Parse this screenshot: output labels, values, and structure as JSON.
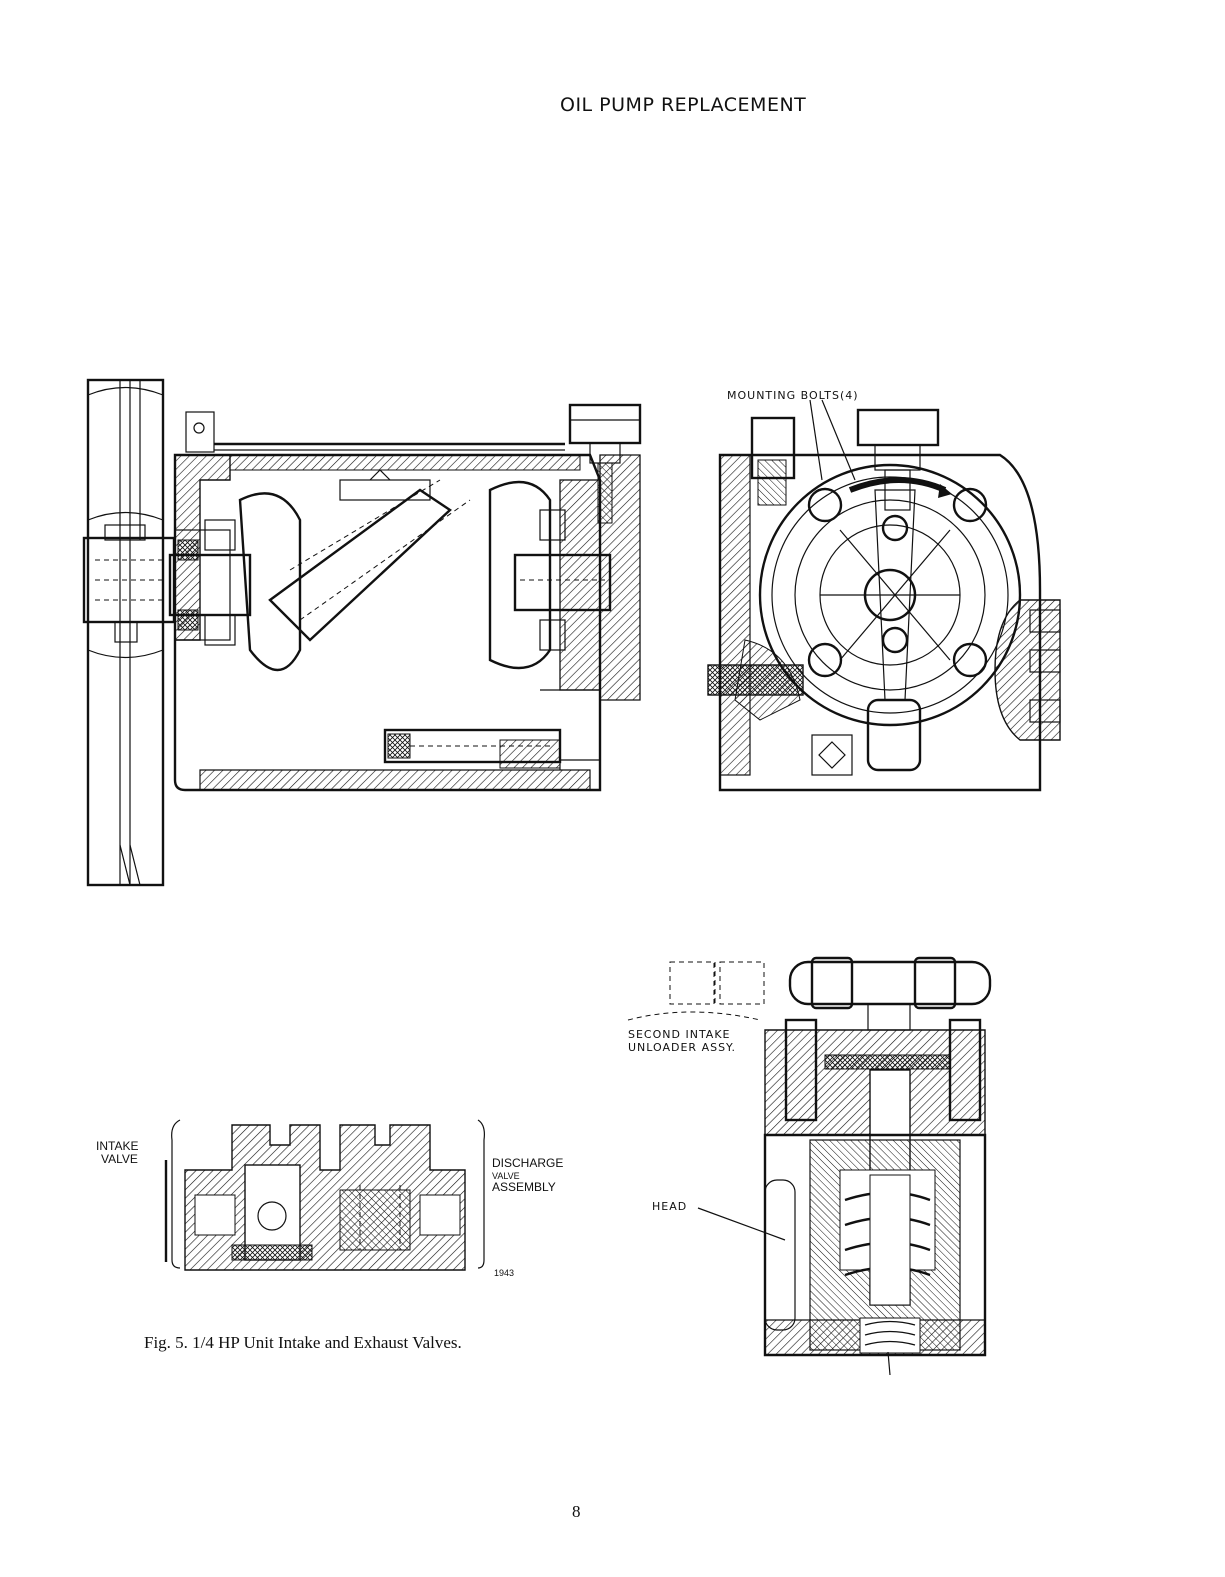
{
  "page": {
    "title": "OIL PUMP REPLACEMENT",
    "page_number": "8"
  },
  "figures": {
    "pump_assembly_side": {},
    "pump_face": {
      "label_mounting_bolts": "MOUNTING BOLTS(4)"
    },
    "valve_section": {
      "label_intake_line1": "INTAKE",
      "label_intake_line2": "VALVE",
      "label_discharge_line1": "DISCHARGE",
      "label_discharge_line2": "VALVE",
      "label_discharge_line3": "ASSEMBLY",
      "drawing_number": "1943",
      "caption": "Fig. 5.  1/4 HP Unit Intake and Exhaust Valves."
    },
    "unloader_section": {
      "label_second_line1": "SECOND INTAKE",
      "label_second_line2": "UNLOADER ASSY.",
      "label_head": "HEAD"
    }
  }
}
